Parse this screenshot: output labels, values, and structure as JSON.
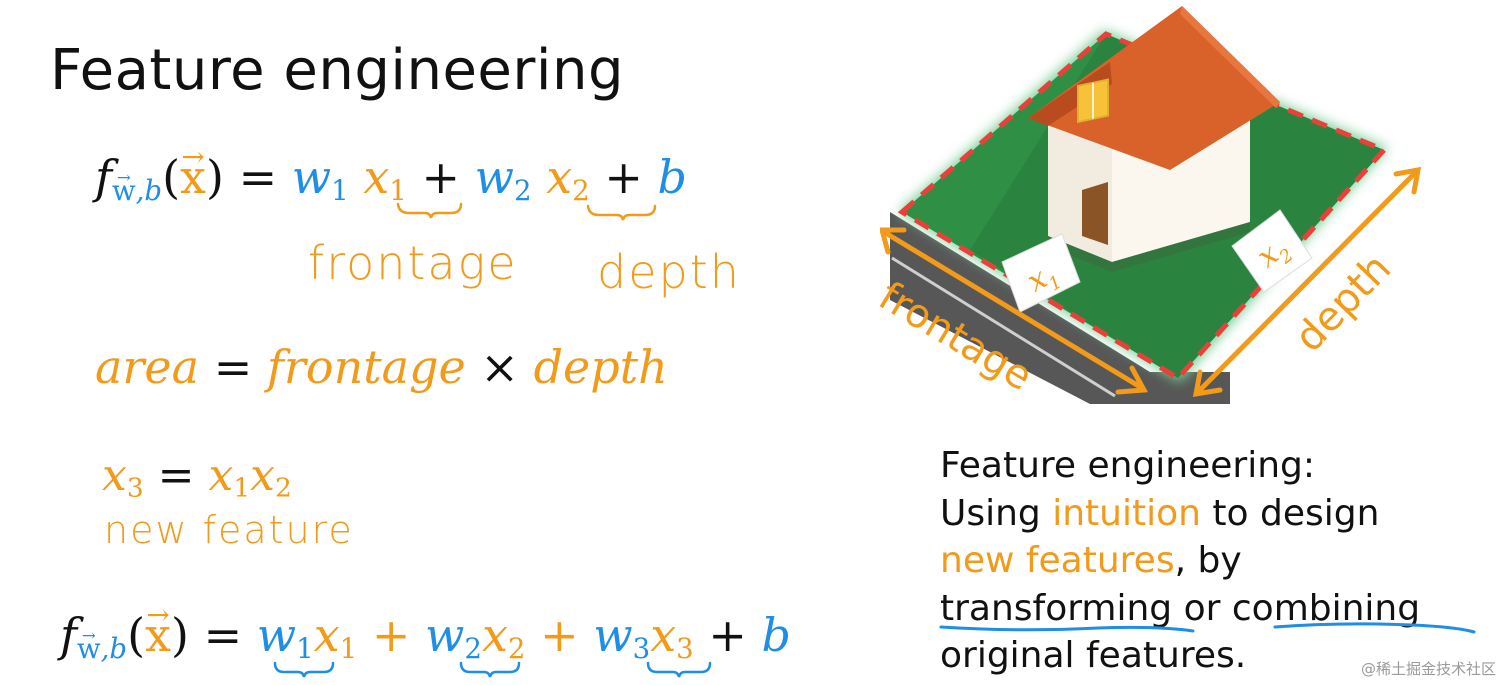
{
  "title": "Feature engineering",
  "eq1": {
    "f": "f",
    "sub_w": "w",
    "sub_b": ",b",
    "lparen": "(",
    "x": "x",
    "rparen": ")",
    "eq": "=",
    "w1": "w",
    "w1_sub": "1",
    "x1": "x",
    "x1_sub": "1",
    "plus1": "+",
    "w2": "w",
    "w2_sub": "2",
    "x2": "x",
    "x2_sub": "2",
    "plus2": "+",
    "b": "b"
  },
  "annotations": {
    "frontage": "frontage",
    "depth": "depth",
    "new_feature": "new feature"
  },
  "eq2": {
    "area": "area",
    "eq": "=",
    "frontage": "frontage",
    "times": "×",
    "depth": "depth"
  },
  "eq3": {
    "x3": "x",
    "x3_sub": "3",
    "eq": "=",
    "x1": "x",
    "x1_sub": "1",
    "x2": "x",
    "x2_sub": "2"
  },
  "eq4": {
    "f": "f",
    "sub_w": "w",
    "sub_b": ",b",
    "lparen": "(",
    "x": "x",
    "rparen": ")",
    "eq": "=",
    "w1": "w",
    "w1_sub": "1",
    "x1": "x",
    "x1_sub": "1",
    "plus1": "+",
    "w2": "w",
    "w2_sub": "2",
    "x2": "x",
    "x2_sub": "2",
    "plus2": "+",
    "w3": "w",
    "w3_sub": "3",
    "x3": "x",
    "x3_sub": "3",
    "plus3": "+",
    "b": "b"
  },
  "illustration": {
    "label_x1": "x",
    "label_x1_sub": "1",
    "label_x2": "x",
    "label_x2_sub": "2",
    "label_frontage": "frontage",
    "label_depth": "depth"
  },
  "definition": {
    "line1": "Feature engineering:",
    "line2_a": "Using ",
    "line2_hl": "intuition",
    "line2_b": " to design",
    "line3_hl": "new features",
    "line3_b": ", by",
    "line4_a": "transforming",
    "line4_b": " or ",
    "line4_c": "combining",
    "line5": "original features."
  },
  "watermark": "@稀土掘金技术社区",
  "colors": {
    "blue": "#1f8ee6",
    "orange": "#f29a1a",
    "text": "#111111",
    "roof": "#d9622b",
    "grass": "#2f8f45",
    "road": "#555555",
    "dash": "#e8413b"
  }
}
